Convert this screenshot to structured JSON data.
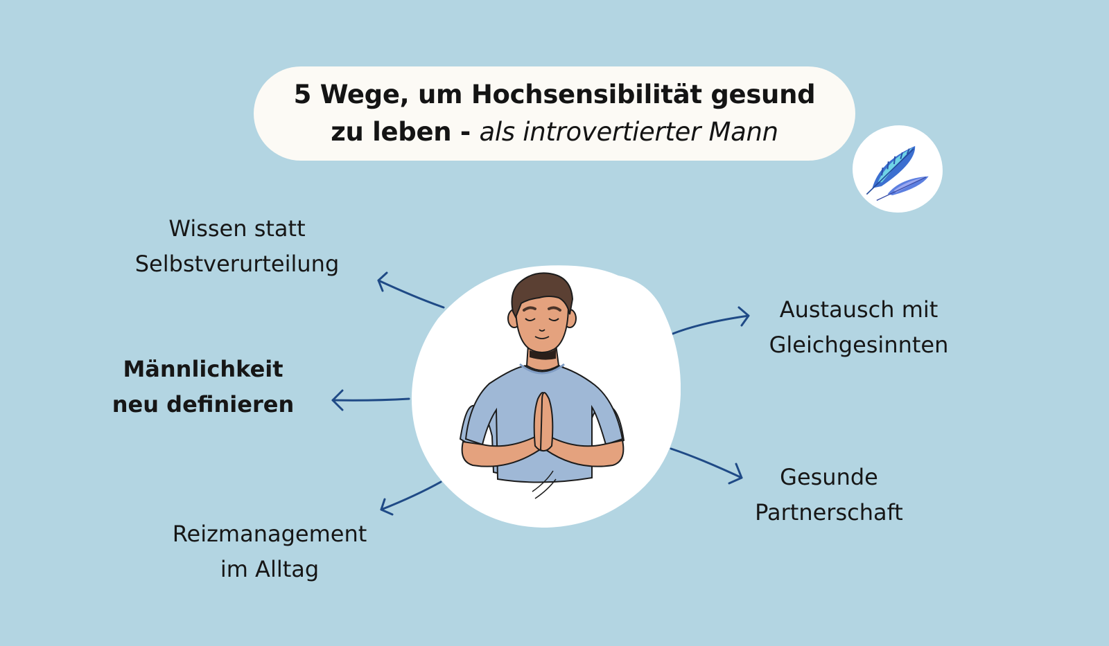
{
  "title": {
    "line1_bold": "5 Wege, um Hochsensibilität gesund",
    "line2_bold": "zu leben",
    "line2_dash": " - ",
    "line2_italic": "als introvertierter Mann"
  },
  "icons": {
    "feather": "feather-icon",
    "person": "meditating-man-illustration",
    "arrow": "arrow-icon"
  },
  "ways": [
    {
      "id": "wissen",
      "line1": "Wissen statt",
      "line2": "Selbstverurteilung",
      "bold": false,
      "side": "left"
    },
    {
      "id": "maennlichkeit",
      "line1": "Männlichkeit",
      "line2": "neu definieren",
      "bold": true,
      "side": "left"
    },
    {
      "id": "reizmanagement",
      "line1": "Reizmanagement",
      "line2": "im Alltag",
      "bold": false,
      "side": "left"
    },
    {
      "id": "austausch",
      "line1": "Austausch mit",
      "line2": "Gleichgesinnten",
      "bold": false,
      "side": "right"
    },
    {
      "id": "partnerschaft",
      "line1": "Gesunde",
      "line2": "Partnerschaft",
      "bold": false,
      "side": "right"
    }
  ],
  "colors": {
    "background": "#b3d5e2",
    "title_pill": "#fcfaf5",
    "circle": "#ffffff",
    "arrow": "#1f4a86",
    "shirt": "#9fb8d6",
    "skin": "#e4a27e",
    "hair": "#5b4033",
    "feather_blue": "#3c6fd0",
    "feather_cyan": "#6fd3e6"
  }
}
